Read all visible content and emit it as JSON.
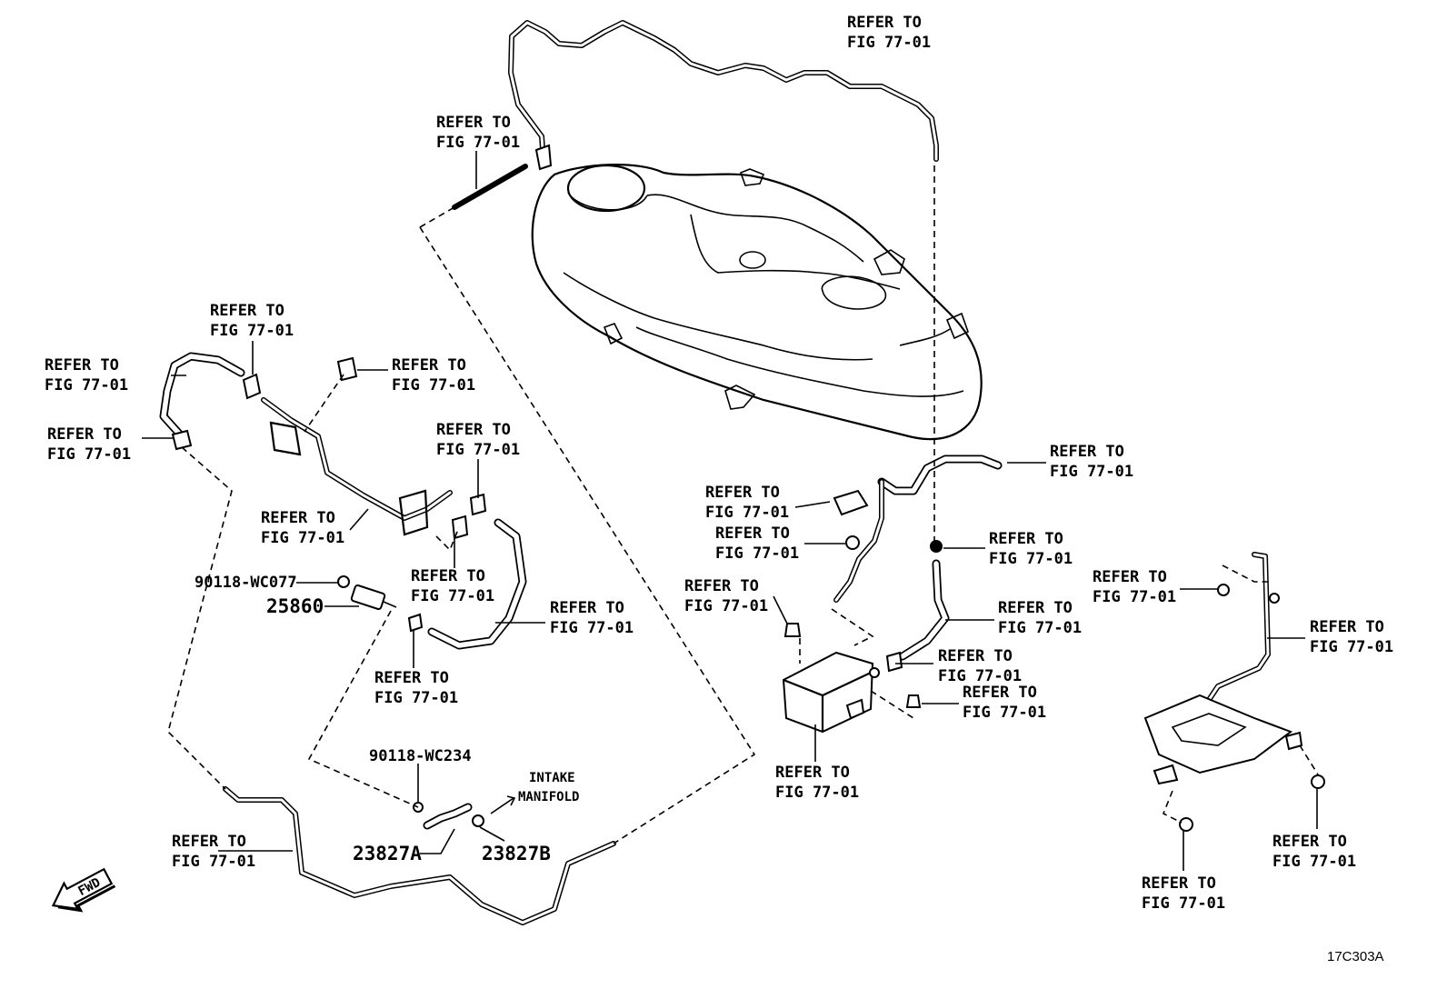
{
  "refer_label": {
    "line1": "REFER TO",
    "line2": "FIG 77-01"
  },
  "parts": {
    "p25860": "25860",
    "p90118_wc077": "90118-WC077",
    "p90118_wc234": "90118-WC234",
    "p23827a": "23827A",
    "p23827b": "23827B"
  },
  "intake": {
    "line1": "INTAKE",
    "line2": "MANIFOLD"
  },
  "fwd_label": "FWD",
  "figure_code": "17C303A"
}
